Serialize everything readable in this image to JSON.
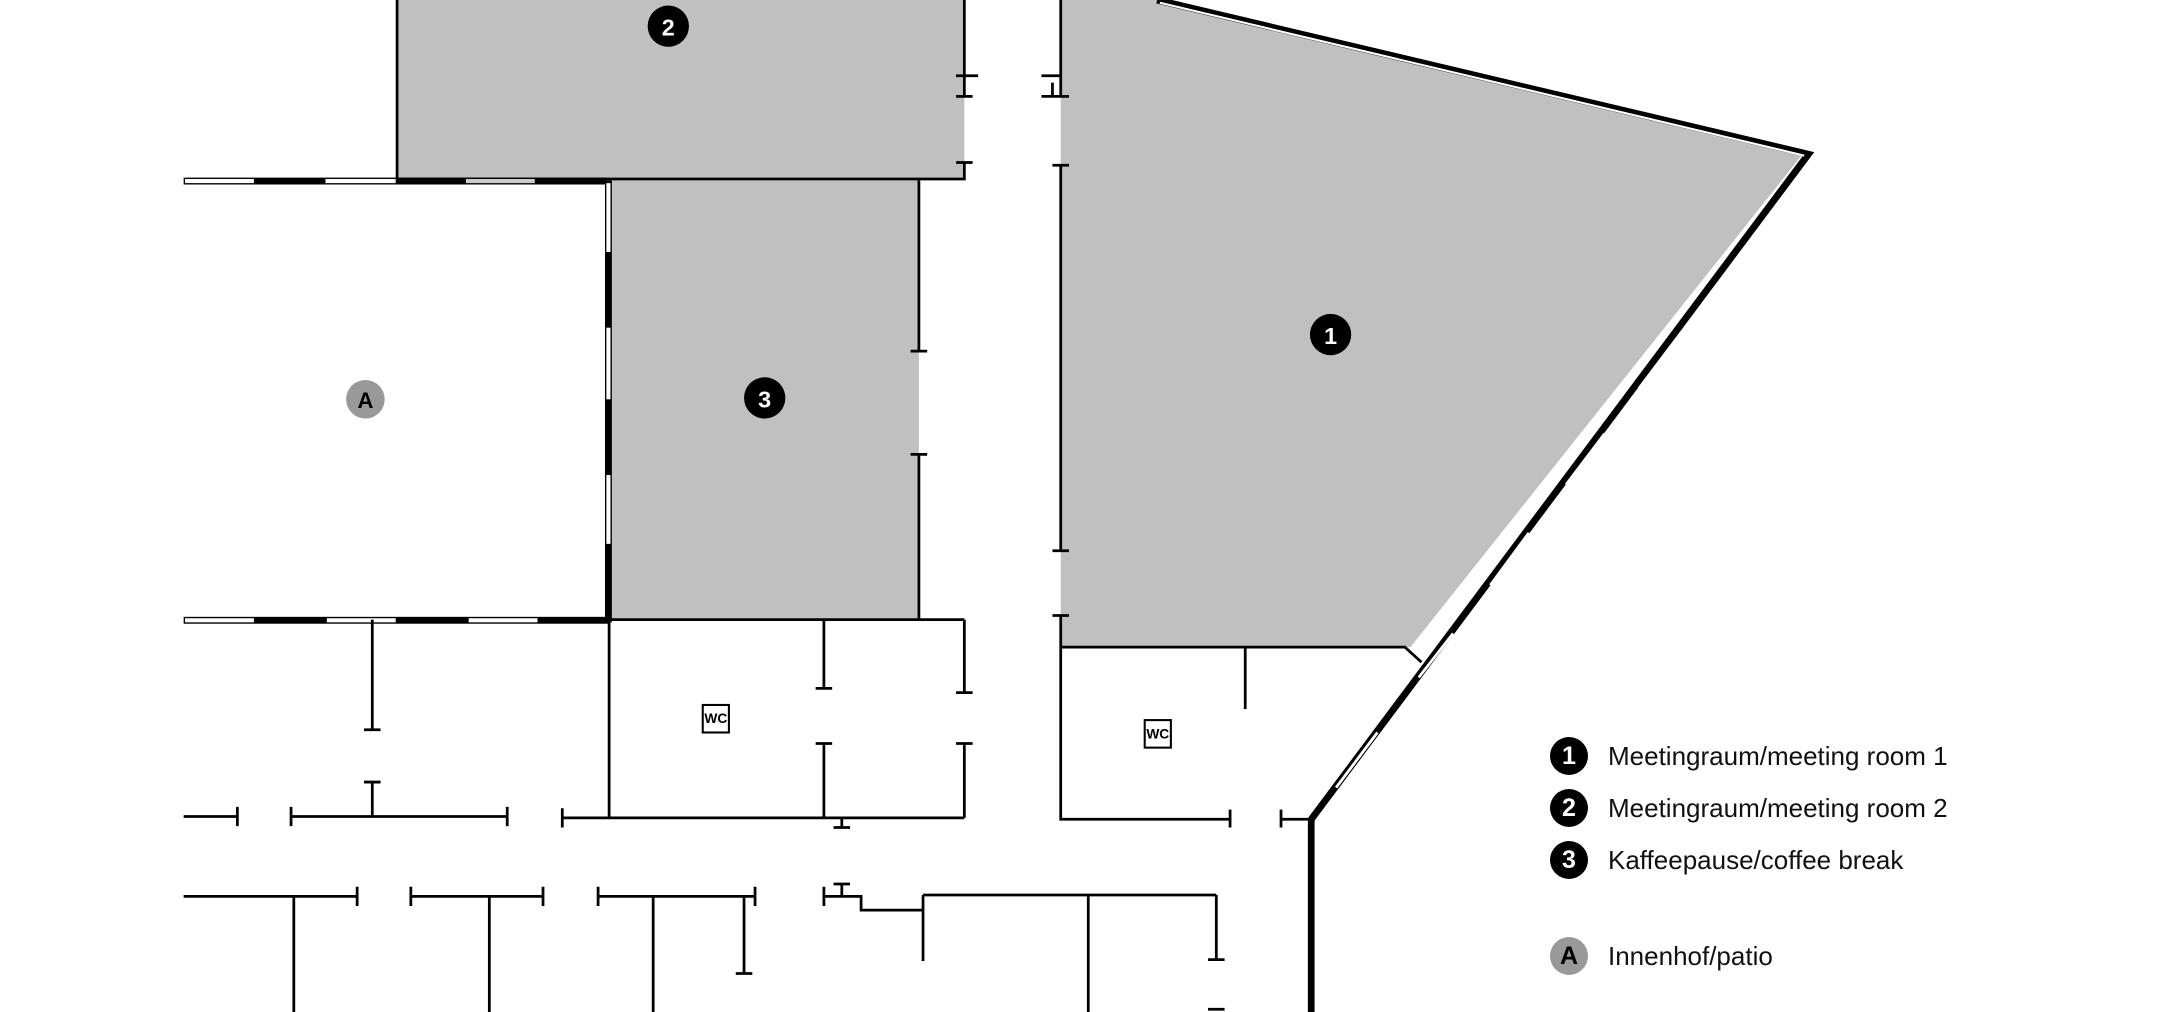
{
  "rooms": {
    "room1": "1",
    "room2": "2",
    "room3": "3",
    "patio": "A",
    "wc1": "WC",
    "wc2": "WC"
  },
  "legend": [
    {
      "marker": "1",
      "label": "Meetingraum/meeting room 1"
    },
    {
      "marker": "2",
      "label": "Meetingraum/meeting room 2"
    },
    {
      "marker": "3",
      "label": "Kaffeepause/coffee break"
    },
    {
      "marker": "A",
      "label": "Innenhof/patio"
    }
  ],
  "colors": {
    "room_fill": "#c0c0c0",
    "patio_marker": "#999999",
    "wall": "#000000"
  }
}
